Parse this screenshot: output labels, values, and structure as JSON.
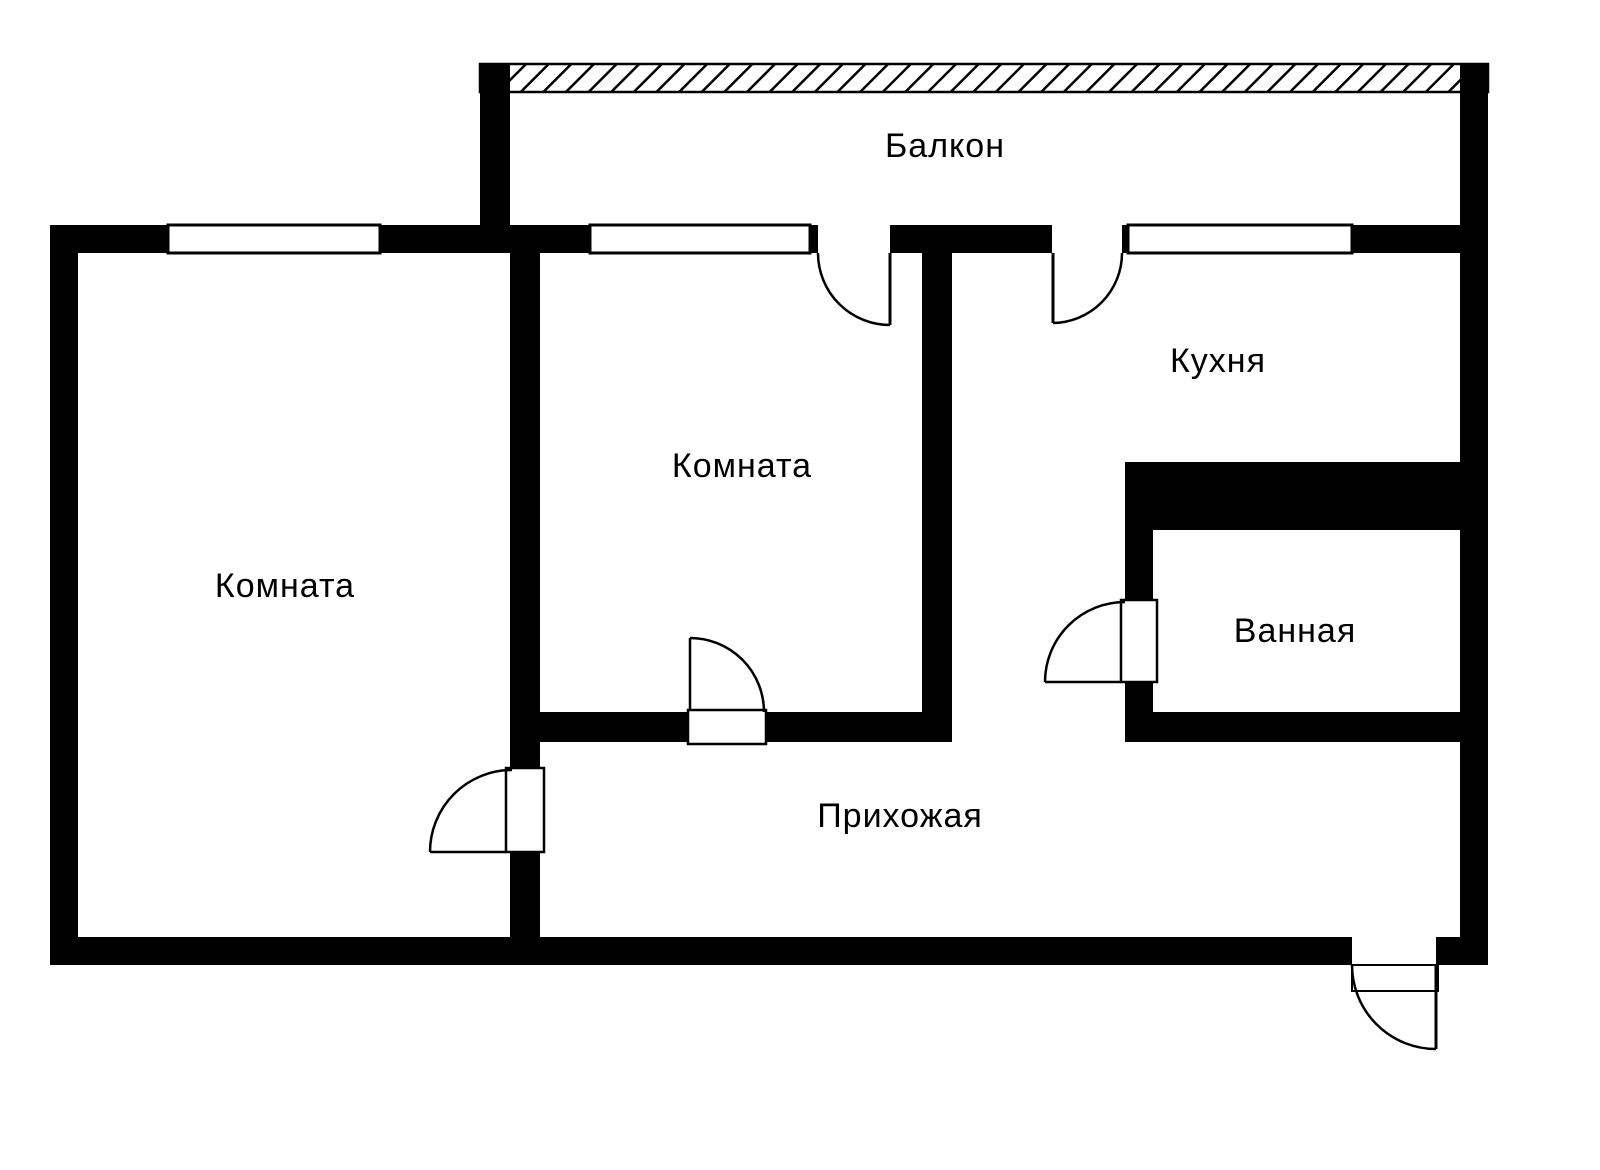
{
  "plan": {
    "kind": "apartment-floor-plan"
  },
  "rooms": [
    {
      "id": "balcony",
      "label": "Балкон"
    },
    {
      "id": "kitchen",
      "label": "Кухня"
    },
    {
      "id": "room-middle",
      "label": "Комната"
    },
    {
      "id": "room-left",
      "label": "Комната"
    },
    {
      "id": "bathroom",
      "label": "Ванная"
    },
    {
      "id": "hallway",
      "label": "Прихожая"
    }
  ],
  "colors": {
    "wall": "#000000",
    "background": "#ffffff"
  }
}
